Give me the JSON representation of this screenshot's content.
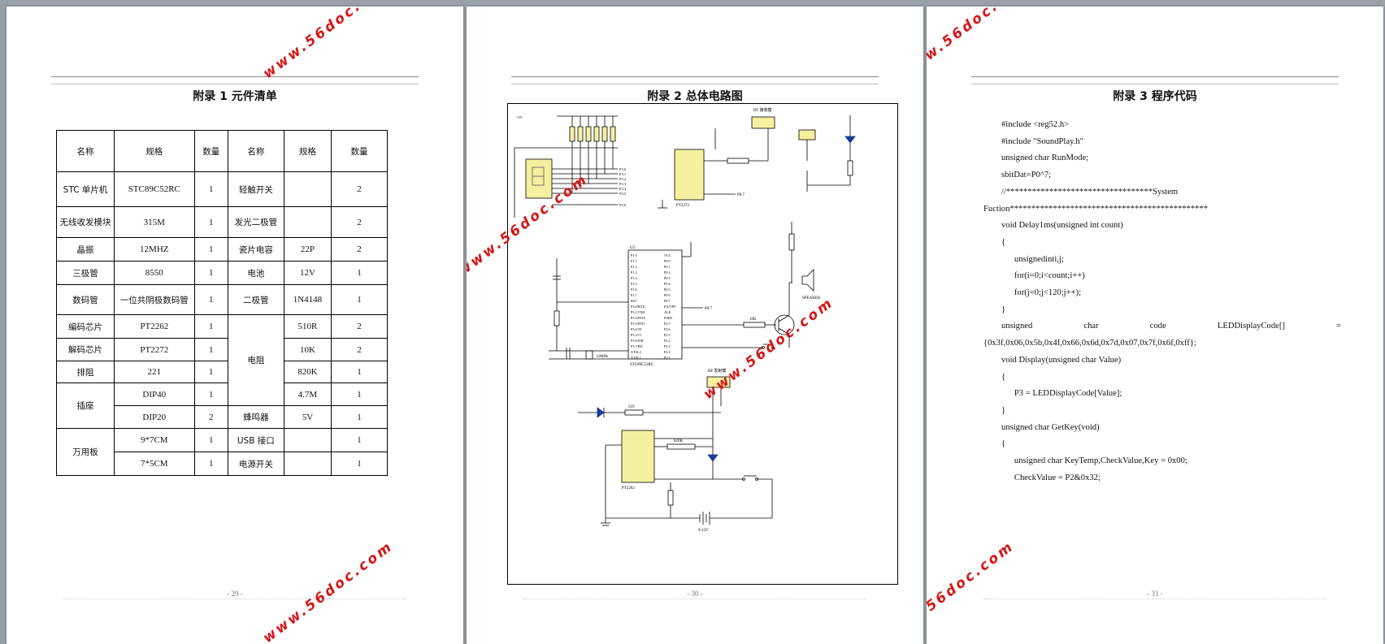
{
  "watermark": "www.56doc.com",
  "pages": [
    {
      "title": "附录 1  元件清单",
      "page_number": "- 29 -"
    },
    {
      "title": "附录 2  总体电路图",
      "page_number": "- 30 -"
    },
    {
      "title": "附录 3  程序代码",
      "page_number": "- 31 -"
    }
  ],
  "parts_table": {
    "headers": [
      "名称",
      "规格",
      "数量",
      "名称",
      "规格",
      "数量"
    ],
    "rows": [
      [
        "STC 单片机",
        "STC89C52RC",
        "1",
        "轻触开关",
        "",
        "2"
      ],
      [
        "无线收发模块",
        "315M",
        "1",
        "发光二极管",
        "",
        "2"
      ],
      [
        "晶振",
        "12MHZ",
        "1",
        "瓷片电容",
        "22P",
        "2"
      ],
      [
        "三极管",
        "8550",
        "1",
        "电池",
        "12V",
        "1"
      ],
      [
        "数码管",
        "一位共阴极数码管",
        "1",
        "二极管",
        "1N4148",
        "1"
      ],
      [
        "编码芯片",
        "PT2262",
        "1",
        "电阻",
        "510R",
        "2"
      ],
      [
        "解码芯片",
        "PT2272",
        "1",
        "",
        "10K",
        "2"
      ],
      [
        "排阻",
        "221",
        "1",
        "",
        "820K",
        "1"
      ],
      [
        "插座",
        "DIP40",
        "1",
        "",
        "4.7M",
        "1"
      ],
      [
        "",
        "DIP20",
        "2",
        "蜂鸣器",
        "5V",
        "1"
      ],
      [
        "万用板",
        "9*7CM",
        "1",
        "USB 接口",
        "",
        "1"
      ],
      [
        "",
        "7*5CM",
        "1",
        "电源开关",
        "",
        "1"
      ]
    ]
  },
  "schematic": {
    "u1_label": "STC89C52RC",
    "u2_label": "PT2272",
    "u3_label": "PT2262",
    "rx_module": "RF 接收模",
    "tx_module": "RF 发射模",
    "speaker": "SPEAKER",
    "battery": "9-12V",
    "u1_pins_left": [
      "P1.0",
      "P1.1",
      "P1.2",
      "P1.3",
      "P1.4",
      "P1.5",
      "P1.6",
      "P1.7",
      "RST",
      "P3.0/RXD",
      "P3.1/TXD",
      "P3.2/INT0",
      "P3.3/INT1",
      "P3.4/T0",
      "P3.5/T1",
      "P3.6/WR",
      "P3.7/RD",
      "XTAL2",
      "XTAL1",
      "GND"
    ],
    "u1_pins_right": [
      "VCC",
      "P0.0",
      "P0.1",
      "P0.2",
      "P0.3",
      "P0.4",
      "P0.5",
      "P0.6",
      "P0.7",
      "EA/VPP",
      "ALE",
      "PSEN",
      "P2.7",
      "P2.6",
      "P2.5",
      "P2.4",
      "P2.3",
      "P2.2",
      "P2.1",
      "P2.0"
    ],
    "net_labels": [
      "P3.0",
      "P3.1",
      "P3.2",
      "P3.3",
      "P3.4",
      "P3.5",
      "P3.6",
      "P0.7",
      "+5V",
      "10K",
      "820K",
      "510",
      "12MHz"
    ]
  },
  "code_lines": [
    "#include <reg52.h>",
    "#include \"SoundPlay.h\"",
    "",
    "unsigned char RunMode;",
    "sbitDat=P0^7;",
    "",
    "//**********************************System",
    "Fuction**********************************************",
    "void Delay1ms(unsigned int count)",
    "{",
    "      unsignedinti,j;",
    "      for(i=0;i<count;i++)",
    "      for(j=0;j<120;j++);",
    "}",
    "",
    "unsigned        char        code        LEDDisplayCode[]        =",
    "{0x3f,0x06,0x5b,0x4f,0x66,0x6d,0x7d,0x07,0x7f,0x6f,0xff};",
    "",
    "void Display(unsigned char Value)",
    "{",
    "      P3 = LEDDisplayCode[Value];",
    "}",
    "",
    "",
    "unsigned char GetKey(void)",
    "{",
    "      unsigned char KeyTemp,CheckValue,Key = 0x00;",
    "      CheckValue = P2&0x32;"
  ]
}
